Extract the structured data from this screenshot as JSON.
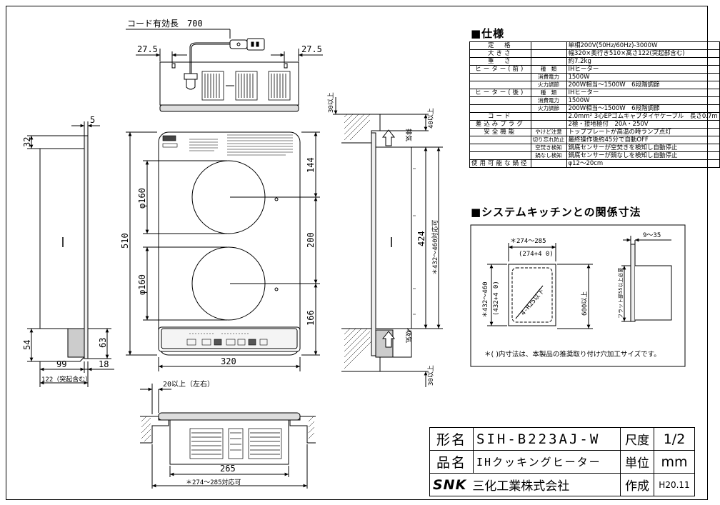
{
  "diagram": {
    "cord_label": "コード有効長　700",
    "dims": {
      "top_left": "27.5",
      "top_right": "27.5",
      "left_5": "5",
      "left_32": "32",
      "left_54": "54",
      "left_63": "63",
      "left_99": "99",
      "left_18": "18",
      "left_122": "122（突起含む）",
      "front_510": "510",
      "front_320": "320",
      "front_144": "144",
      "front_200": "200",
      "front_166": "166",
      "dia_top": "φ160",
      "dia_bottom": "φ160",
      "side_30_top": "30以上",
      "side_40": "40以上",
      "side_424": "424",
      "side_range": "＊432～460対応可",
      "side_30_bottom": "30以上",
      "intake": "吸気",
      "exhaust": "排気",
      "bottom_20": "20以上（左右）",
      "bottom_265": "265",
      "bottom_range": "＊274～285対応可"
    },
    "cutout": {
      "w_range": "＊274～285",
      "w_nominal": "(274+4 0)",
      "h_range": "＊432～460",
      "h_nominal": "(432+4 0)",
      "radius": "4-R25以下",
      "depth": "600以上",
      "gap": "9～35",
      "flat": "フラット部55以上必要"
    }
  },
  "spec_section": {
    "title": "■仕様",
    "rows": [
      {
        "label": "定　格",
        "sub": "",
        "value": "単相200V(50Hz/60Hz)-3000W"
      },
      {
        "label": "大きさ",
        "sub": "",
        "value": "幅320×奥行き510×高さ122(突起部含む)"
      },
      {
        "label": "重　さ",
        "sub": "",
        "value": "約7.2kg"
      },
      {
        "label": "ヒーター(前)",
        "sub": "種　類",
        "value": "IHヒーター"
      },
      {
        "label": "",
        "sub": "消費電力",
        "value": "1500W"
      },
      {
        "label": "",
        "sub": "火力調節",
        "value": "200W相当～1500W　6段階調節"
      },
      {
        "label": "ヒーター(後)",
        "sub": "種　類",
        "value": "IHヒーター"
      },
      {
        "label": "",
        "sub": "消費電力",
        "value": "1500W"
      },
      {
        "label": "",
        "sub": "火力調節",
        "value": "200W相当～1500W　6段階調節"
      },
      {
        "label": "コード",
        "sub": "",
        "value": "2.0mm² 3心EPゴムキャブタイヤケーブル　長さ0.7m"
      },
      {
        "label": "差込みプラグ",
        "sub": "",
        "value": "2極・接地極付　20A・250V"
      },
      {
        "label": "安全機能",
        "sub": "やけど注意",
        "value": "トッププレートが高温の時ランプ点灯"
      },
      {
        "label": "",
        "sub": "切り忘れ防止",
        "value": "最終操作後約45分で自動OFF"
      },
      {
        "label": "",
        "sub": "空焚き検知",
        "value": "鍋底センサーが空焚きを検知し自動停止"
      },
      {
        "label": "",
        "sub": "鍋なし検知",
        "value": "鍋底センサーが鍋なしを検知し自動停止"
      },
      {
        "label": "使用可能な鍋径",
        "sub": "",
        "value": "φ12～20cm"
      }
    ]
  },
  "kitchen_section": {
    "title": "■システムキッチンとの関係寸法",
    "note": "＊( )内寸法は、本製品の推奨取り付け穴加工サイズです。"
  },
  "title_block": {
    "model_label": "形名",
    "model_value": "SIH-B223AJ-W",
    "scale_label": "尺度",
    "scale_value": "1/2",
    "name_label": "品名",
    "name_value": "IHクッキングヒーター",
    "unit_label": "単位",
    "unit_value": "mm",
    "logo": "SNK",
    "company": "三化工業株式会社",
    "date_label": "作成",
    "date_value": "H20.11"
  }
}
